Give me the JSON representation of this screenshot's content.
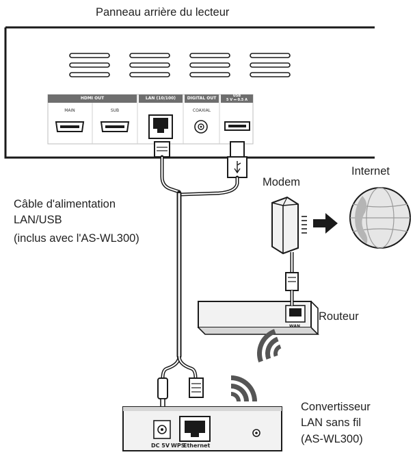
{
  "title": "Panneau arrière du lecteur",
  "player_ports": {
    "hdmi_out": "HDMI OUT",
    "hdmi_main": "MAIN",
    "hdmi_sub": "SUB",
    "lan": "LAN (10/100)",
    "digital_out": "DIGITAL OUT",
    "coaxial": "COAXIAL",
    "usb_top": "USB",
    "usb_bottom": "5 V ⎓ 0.5 A"
  },
  "cable_label": [
    "Câble d'alimentation",
    "LAN/USB",
    "(inclus avec l'AS-WL300)"
  ],
  "modem_label": "Modem",
  "internet_label": "Internet",
  "router_label": "Routeur",
  "router_port": "WAN",
  "converter_label": [
    "Convertisseur",
    "LAN sans fil",
    "(AS-WL300)"
  ],
  "converter_ports": {
    "dc": "DC 5V",
    "wps": "WPS",
    "ethernet": "Ethernet"
  },
  "colors": {
    "line": "#1a1a1a",
    "panel_fill": "#ffffff",
    "port_label_bg": "#6e6e6e",
    "device_fill": "#f2f2f2",
    "device_shadow": "#c8c8c8",
    "signal": "#555555"
  }
}
